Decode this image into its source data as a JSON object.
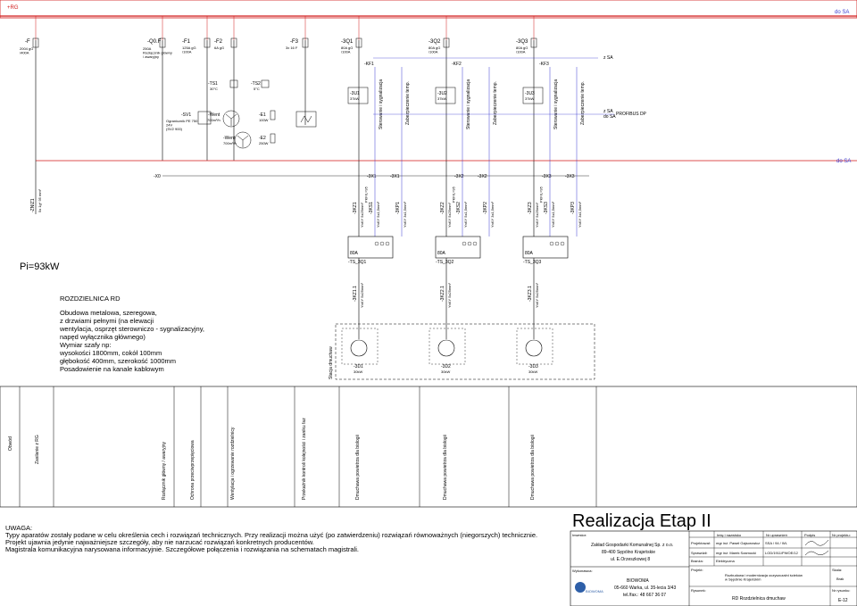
{
  "top_bus": {
    "left_label": "+RG",
    "right_label": "do SA"
  },
  "breakers": [
    {
      "id": "-F",
      "desc": "2004 gG\n/400A"
    },
    {
      "id": "-Q0.F",
      "desc": "250A\nRozłącznik główny\n/ awaryjny"
    },
    {
      "id": "-F1",
      "desc": "125A gG\n/100A"
    },
    {
      "id": "-F2",
      "desc": "6A gG"
    },
    {
      "id": "-F3",
      "desc": "3x 16 F"
    },
    {
      "id": "-3Q1",
      "desc": "80A gG\n/100A"
    },
    {
      "id": "-3Q2",
      "desc": "80A gG\n/100A"
    },
    {
      "id": "-3Q3",
      "desc": "80A gG\n/100A"
    }
  ],
  "aux": {
    "sv1": "-SV1",
    "sv1_desc": "Ogranicznik PE 750\n24V\n(SV2 900)",
    "ts1": "-TS1",
    "ts1_t": "30°C",
    "ts2": "-TS2",
    "ts2_t": "5°C",
    "went": "-Went",
    "went_desc": "700m³/h",
    "went2": "-Went",
    "went2_desc": "700m³/h",
    "e1": "-E1",
    "e1_desc": "100W",
    "e2": "-E2",
    "e2_desc": "250W",
    "xt": "-X0"
  },
  "soft_starters": [
    {
      "id": "-3U1",
      "power": "37kW",
      "kf": "-KF1"
    },
    {
      "id": "-3U2",
      "power": "37kW",
      "kf": "-KF2"
    },
    {
      "id": "-3U3",
      "power": "37kW",
      "kf": "-KF3"
    }
  ],
  "signal_labels": {
    "control": "Sterowanie i sygnalizacja",
    "temp": "Zabezpieczenie temp."
  },
  "right_notes": {
    "z_sa": "z SA",
    "z_sa2": "z SA",
    "do_sa2": "do SA",
    "profibus": "PROFIBUS DP",
    "do_sa3": "do SA"
  },
  "terminals": [
    "-3X1",
    "-3X1",
    "-3X2",
    "-3X2",
    "-3X3",
    "-3X3"
  ],
  "cables": [
    {
      "id": "-3KZ1",
      "spec": "YnKY 5x25mm²\nPKF/L=95"
    },
    {
      "id": "-3KS1",
      "spec": "YnKY 5x1,5mm²"
    },
    {
      "id": "-3KP1",
      "spec": "YnKY 3x1,5mm²"
    },
    {
      "id": "-3KZ2",
      "spec": "YnKY 5x25mm²\nPKF/L=95"
    },
    {
      "id": "-3KS2",
      "spec": "YnKY 5x1,5mm²"
    },
    {
      "id": "-3KP2",
      "spec": "YnKY 3x1,5mm²"
    },
    {
      "id": "-3KZ3",
      "spec": "YnKY 5x25mm²\nPKF/L=95"
    },
    {
      "id": "-3KS3",
      "spec": "YnKY 5x1,5mm²"
    },
    {
      "id": "-3KP3",
      "spec": "YnKY 3x1,5mm²"
    }
  ],
  "left_cable": {
    "id": "-ZNIZ1",
    "spec": "5x 1g* 95 mm²"
  },
  "switches": [
    {
      "id": "-TS_3Q1",
      "rating": "80A"
    },
    {
      "id": "-TS_3Q2",
      "rating": "80A"
    },
    {
      "id": "-TS_3Q3",
      "rating": "80A"
    }
  ],
  "lower_cables": [
    {
      "id": "-3KZ1.1",
      "spec": "YnKY 5x25mm²"
    },
    {
      "id": "-3KZ2.1",
      "spec": "YnKY 5x25mm²"
    },
    {
      "id": "-3KZ3.1",
      "spec": "YnKY 5x25mm²"
    }
  ],
  "motors": [
    {
      "id": "-3D1",
      "power": "30kW"
    },
    {
      "id": "-3D2",
      "power": "30kW"
    },
    {
      "id": "-3D3",
      "power": "30kW"
    }
  ],
  "motor_area_label": "Stacja dmuchaw",
  "power_label": "Pi=93kW",
  "description": {
    "title": "ROZDZIELNICA RD",
    "lines": [
      "Obudowa metalowa, szeregowa,",
      "z drzwiami pełnymi (na elewacji",
      "wentylacja, osprzęt  sterowniczo - sygnalizacyjny,",
      "napęd  wyłącznika głównego)",
      "Wymiar szafy np:",
      "wysokości 1800mm, cokół 100mm",
      "głębokość 400mm, szerokość 1000mm",
      "Posadowienie na kanale kablowym"
    ]
  },
  "circuit_strip": {
    "header": "Obwód",
    "items": [
      "Zasilanie z RG",
      "Rozłącznik główny / awaryjny",
      "Ochrona przeciwprzepięciowa",
      "Wentylacja i ogrzewanie rozdzielnicy",
      "Przekaźnik kontroli kolejności i zaniku faz",
      "Dmuchawa powietrza dla biologii",
      "Dmuchawa powietrza dla biologii",
      "Dmuchawa powietrza dla biologii"
    ]
  },
  "notes": {
    "heading": "UWAGA:",
    "lines": [
      "Typy aparatów zostały podane w celu określenia cech i rozwiązań technicznych. Przy realizacji można użyć (po zatwierdzeniu) rozwiązań równoważnych (niegorszych) technicznie.",
      "Projekt ujawnia jedynie najważniejsze szczegóły, aby nie narzucać rozwiązań konkretnych producentów.",
      "Magistrala komunikacyjna narysowana informacyjnie. Szczegółowe połączenia i rozwiązania na schematach magistrali."
    ]
  },
  "title_block": {
    "stage": "Realizacja Etap II",
    "investor_label": "Inwestor:",
    "investor": [
      "Zakład Gospodarki Komunalnej Sp. z o.o.",
      "89-400 Sępólno Krajeńskie",
      "ul. E.Orzeszkowej 8"
    ],
    "contractor_label": "Wykonawca:",
    "contractor": [
      "BIOWOMA",
      "05-660 Warka, ul. 35-lecia 3/43",
      "tel./fax.: 48 667 36 07"
    ],
    "logo_text": "BIOWOMA",
    "col_headers": [
      "Imię i nazwisko",
      "Nr uprawnień",
      "Podpis",
      "Nr projektu:"
    ],
    "rows": [
      {
        "role": "Projektował:",
        "name": "mgr inż. Paweł Gajsorowicz",
        "lic": "SSA / 94 / WL"
      },
      {
        "role": "Sprawdził:",
        "name": "mgr inż. Marek Szamocki",
        "lic": "LOD/1911/PWOE/12"
      }
    ],
    "branch_label": "Branża:",
    "branch": "Elektryczna",
    "project_label": "Projekt:",
    "project": "Rozbudowa i modernizacja oczyszczalni ścieków\nw Sępólnie Krajeńskim",
    "scale_label": "Skala:",
    "scale": "Brak",
    "drawing_label": "Rysunek:",
    "drawing": "RD Rozdzielnica dmuchaw",
    "drawing_no_label": "Nr rysunku:",
    "drawing_no": "E-12"
  },
  "colors": {
    "bus": "#d01818",
    "signal": "#3b3bd0",
    "line": "#000000"
  }
}
